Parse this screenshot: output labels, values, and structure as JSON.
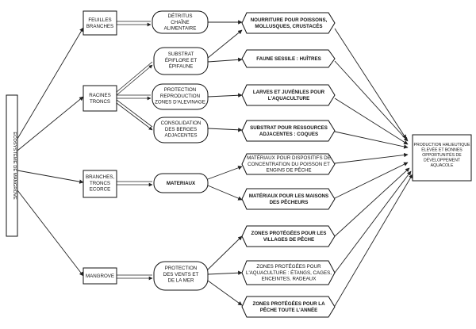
{
  "nodes": {
    "ecosystem": {
      "lines": [
        "ECOSYSTÈME DE MANGROVE"
      ]
    },
    "feuilles": {
      "lines": [
        "FEUILLES",
        "BRANCHES"
      ]
    },
    "racines": {
      "lines": [
        "RACINES",
        "TRONCS"
      ]
    },
    "branches": {
      "lines": [
        "BRANCHES,",
        "TRONCS",
        "ECORCE"
      ]
    },
    "mangrove": {
      "lines": [
        "MANGROVE"
      ]
    },
    "detritus": {
      "lines": [
        "DÉTRITUS",
        "CHAÎNE",
        "ALIMENTAIRE"
      ]
    },
    "substrat_epiflore": {
      "lines": [
        "SUBSTRAT",
        "ÉPIFLORE ET",
        "ÉPIFAUNE"
      ]
    },
    "protection_repro": {
      "lines": [
        "PROTECTION",
        "REPRODUCTION",
        "ZONES D'ALEVINAGE"
      ]
    },
    "consolidation": {
      "lines": [
        "CONSOLIDATION",
        "DES BERGES",
        "ADJACENTES"
      ]
    },
    "materiaux": {
      "lines": [
        "MATERIAUX"
      ]
    },
    "protection_vents": {
      "lines": [
        "PROTECTION",
        "DES VENTS ET",
        "DE LA MER"
      ]
    },
    "nourriture": {
      "lines": [
        "NOURRITURE POUR POISSONS,",
        "MOLLUSQUES, CRUSTACÉS"
      ]
    },
    "faune": {
      "lines": [
        "FAUNE SESSILE : HUÎTRES"
      ]
    },
    "larves": {
      "lines": [
        "LARVES ET JUVÉNILES POUR",
        "L'AQUACULTURE"
      ]
    },
    "substrat_ress": {
      "lines": [
        "SUBSTRAT POUR RESSOURCES",
        "ADJACENTES : COQUES"
      ]
    },
    "mat_dispositifs": {
      "lines": [
        "MATÉRIAUX POUR DISPOSITIFS DE",
        "CONCENTRATION DU POISSON ET",
        "ENGINS DE PÊCHE"
      ]
    },
    "mat_maisons": {
      "lines": [
        "MATÉRIAUX POUR LES MAISONS",
        "DES PÊCHEURS"
      ]
    },
    "zones_villages": {
      "lines": [
        "ZONES PROTÉGÉES POUR LES",
        "VILLAGES DE PÊCHE"
      ]
    },
    "zones_aquaculture": {
      "lines": [
        "ZONES PROTÉGÉES POUR",
        "L'AQUACULTURE : ÉTANGS, CAGES,",
        "ENCEINTES, RADEAUX"
      ]
    },
    "zones_peche": {
      "lines": [
        "ZONES PROTÉGÉES POUR LA",
        "PÊCHE TOUTE L'ANNÉE"
      ]
    },
    "production": {
      "lines": [
        "PRODUCTION HALIEUTIQUE",
        "ÉLEVÉE ET BONNES",
        "OPPORTUNITÉS DE",
        "DÉVELOPPEMENT",
        "AQUACOLE"
      ]
    }
  }
}
